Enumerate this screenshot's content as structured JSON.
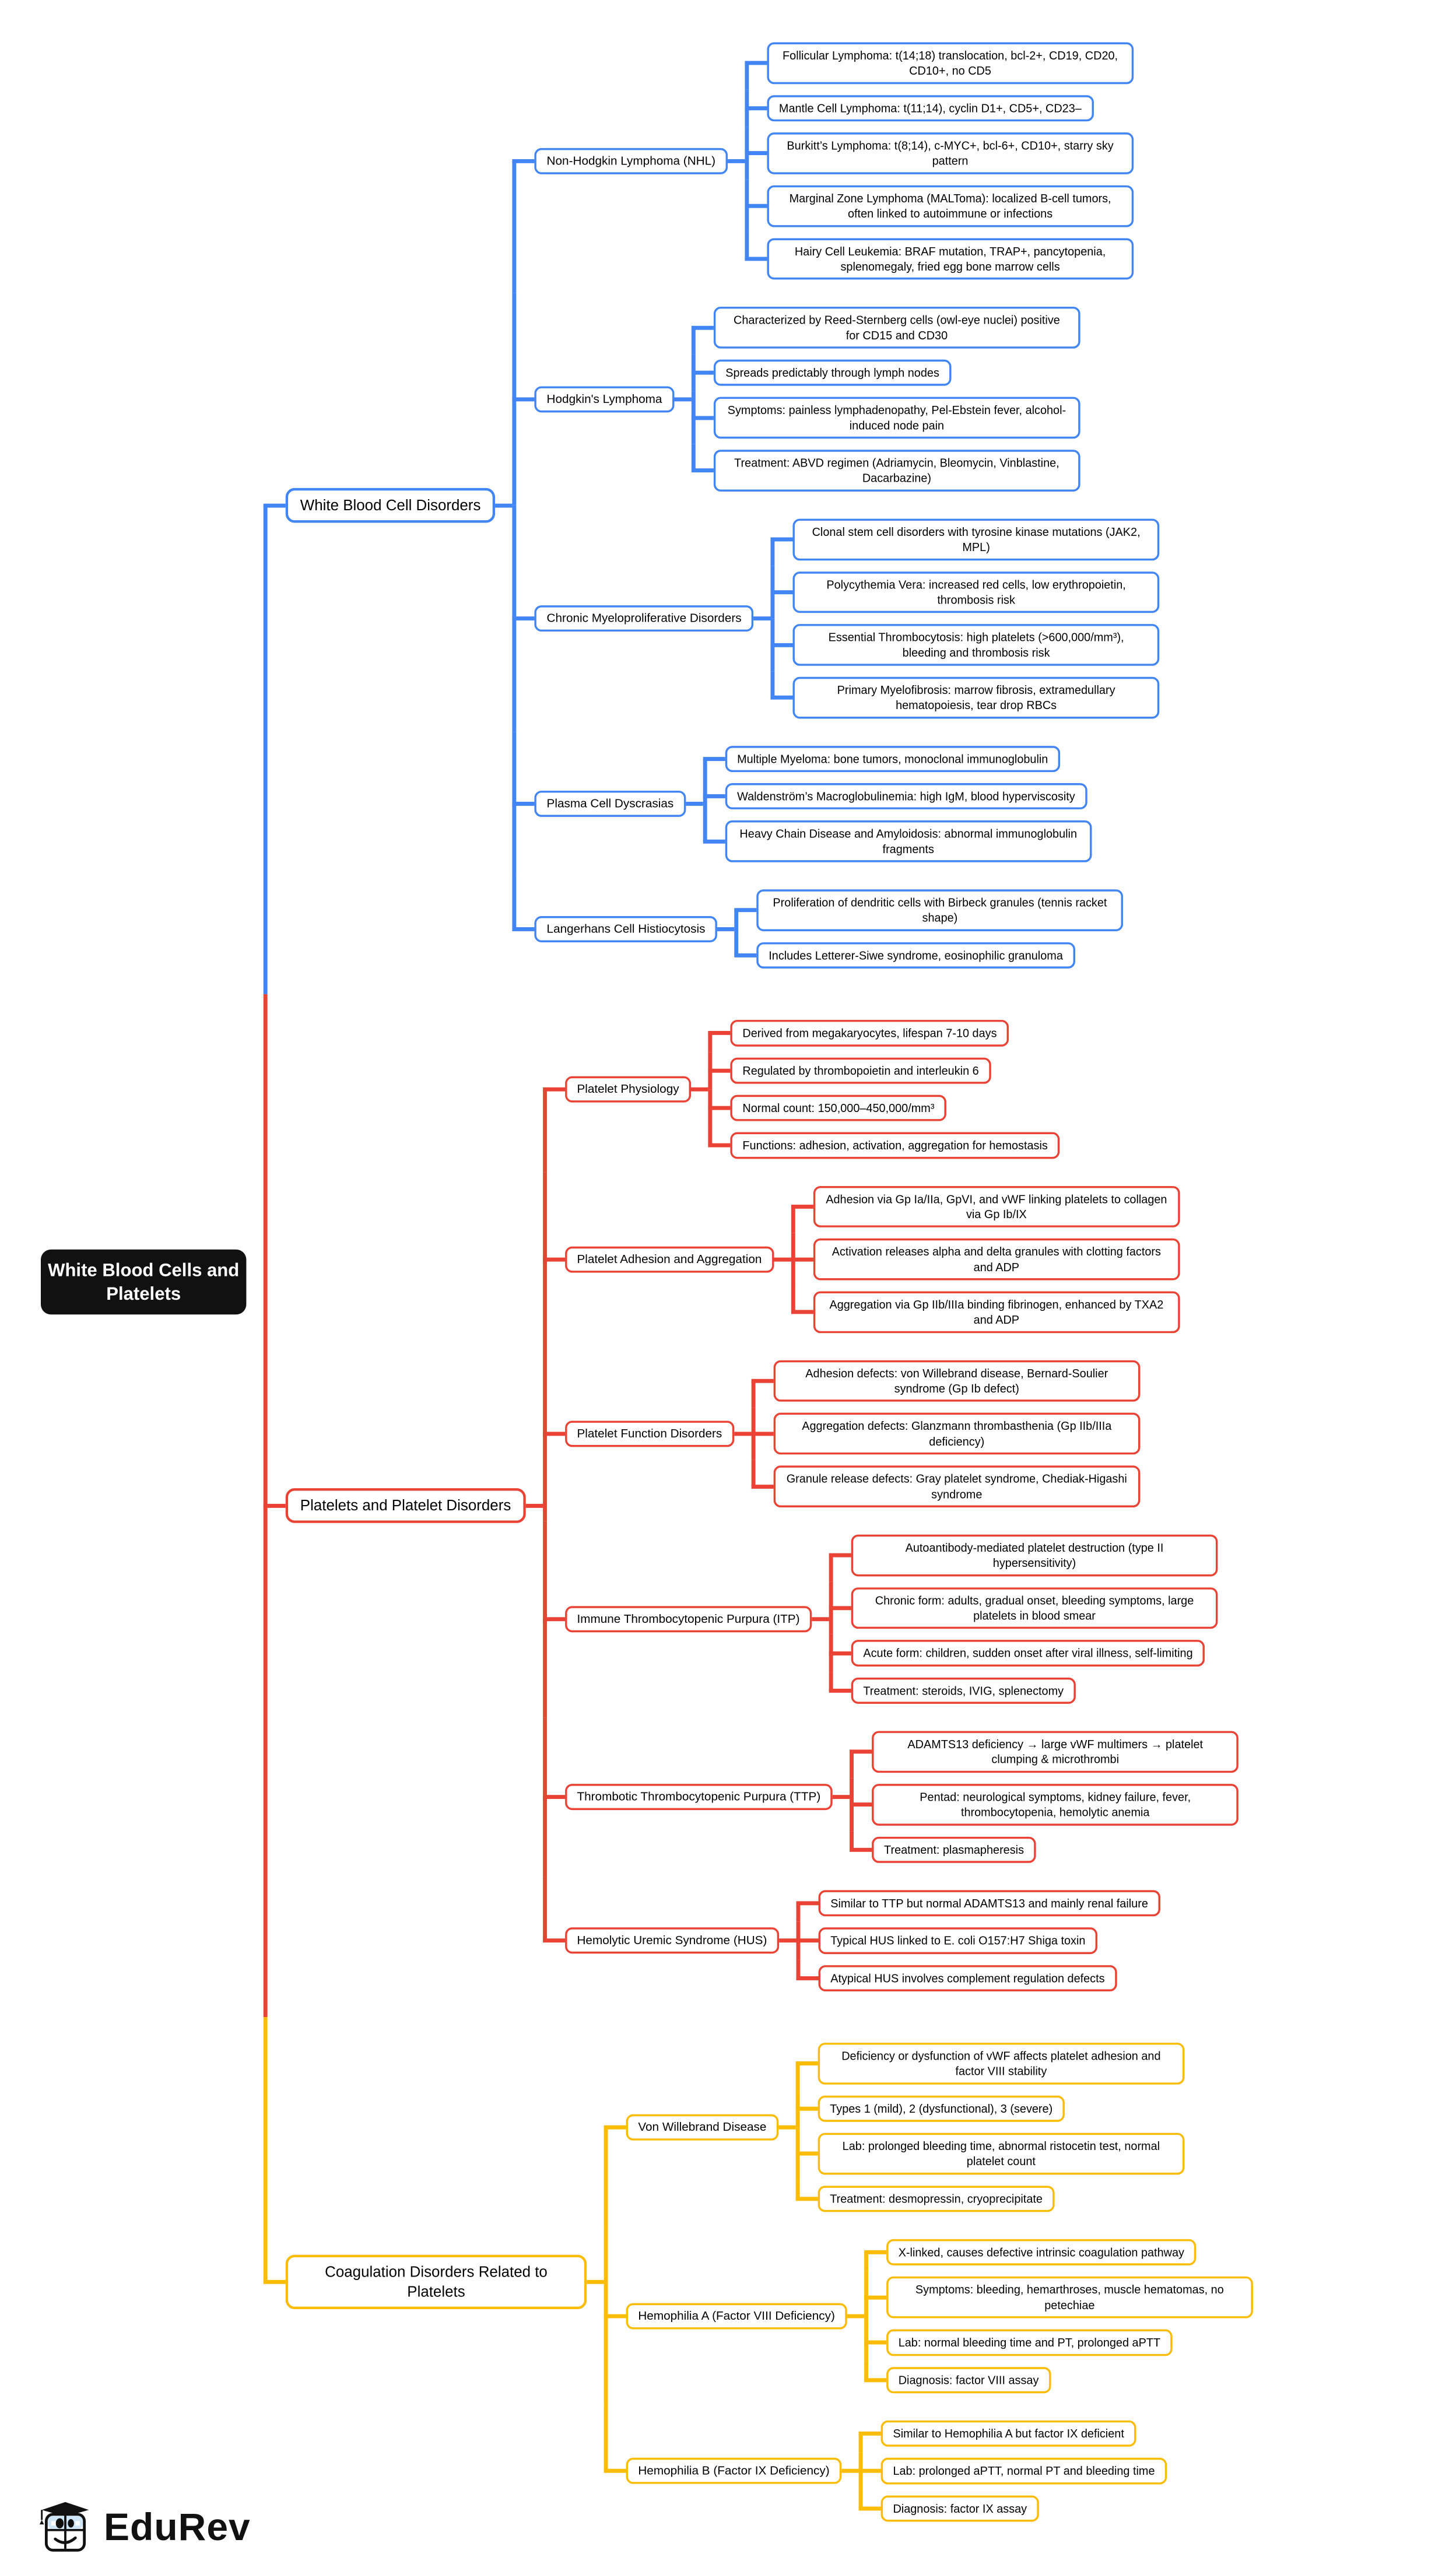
{
  "root": {
    "label": "White Blood Cells and Platelets"
  },
  "colors": {
    "blue": "#4285F4",
    "red": "#EA4335",
    "yellow": "#FBBC05",
    "root_bg": "#111111",
    "root_stub": "#EA4335"
  },
  "branches": [
    {
      "id": "wbc-disorders",
      "label": "White Blood Cell Disorders",
      "color": "#4285F4",
      "topics": [
        {
          "label": "Non-Hodgkin Lymphoma (NHL)",
          "leaves": [
            "Follicular Lymphoma: t(14;18) translocation, bcl-2+, CD19, CD20, CD10+, no CD5",
            "Mantle Cell Lymphoma: t(11;14), cyclin D1+, CD5+, CD23–",
            "Burkitt’s Lymphoma: t(8;14), c-MYC+, bcl-6+, CD10+, starry sky pattern",
            "Marginal Zone Lymphoma (MALToma): localized B-cell tumors, often linked to autoimmune or infections",
            "Hairy Cell Leukemia: BRAF mutation, TRAP+, pancytopenia, splenomegaly, fried egg bone marrow cells"
          ]
        },
        {
          "label": "Hodgkin's Lymphoma",
          "leaves": [
            "Characterized by Reed-Sternberg cells (owl-eye nuclei) positive for CD15 and CD30",
            "Spreads predictably through lymph nodes",
            "Symptoms: painless lymphadenopathy, Pel-Ebstein fever, alcohol-induced node pain",
            "Treatment: ABVD regimen (Adriamycin, Bleomycin, Vinblastine, Dacarbazine)"
          ]
        },
        {
          "label": "Chronic Myeloproliferative Disorders",
          "leaves": [
            "Clonal stem cell disorders with tyrosine kinase mutations (JAK2, MPL)",
            "Polycythemia Vera: increased red cells, low erythropoietin, thrombosis risk",
            "Essential Thrombocytosis: high platelets (>600,000/mm³), bleeding and thrombosis risk",
            "Primary Myelofibrosis: marrow fibrosis, extramedullary hematopoiesis, tear drop RBCs"
          ]
        },
        {
          "label": "Plasma Cell Dyscrasias",
          "leaves": [
            "Multiple Myeloma: bone tumors, monoclonal immunoglobulin",
            "Waldenström’s Macroglobulinemia: high IgM, blood hyperviscosity",
            "Heavy Chain Disease and Amyloidosis: abnormal immunoglobulin fragments"
          ]
        },
        {
          "label": "Langerhans Cell Histiocytosis",
          "leaves": [
            "Proliferation of dendritic cells with Birbeck granules (tennis racket shape)",
            "Includes Letterer-Siwe syndrome, eosinophilic granuloma"
          ]
        }
      ]
    },
    {
      "id": "platelet-disorders",
      "label": "Platelets and Platelet Disorders",
      "color": "#EA4335",
      "topics": [
        {
          "label": "Platelet Physiology",
          "leaves": [
            "Derived from megakaryocytes, lifespan 7-10 days",
            "Regulated by thrombopoietin and interleukin 6",
            "Normal count: 150,000–450,000/mm³",
            "Functions: adhesion, activation, aggregation for hemostasis"
          ]
        },
        {
          "label": "Platelet Adhesion and Aggregation",
          "leaves": [
            "Adhesion via Gp Ia/IIa, GpVI, and vWF linking platelets to collagen via Gp Ib/IX",
            "Activation releases alpha and delta granules with clotting factors and ADP",
            "Aggregation via Gp IIb/IIIa binding fibrinogen, enhanced by TXA2 and ADP"
          ]
        },
        {
          "label": "Platelet Function Disorders",
          "leaves": [
            "Adhesion defects: von Willebrand disease, Bernard-Soulier syndrome (Gp Ib defect)",
            "Aggregation defects: Glanzmann thrombasthenia (Gp IIb/IIIa deficiency)",
            "Granule release defects: Gray platelet syndrome, Chediak-Higashi syndrome"
          ]
        },
        {
          "label": "Immune Thrombocytopenic Purpura (ITP)",
          "leaves": [
            "Autoantibody-mediated platelet destruction (type II hypersensitivity)",
            "Chronic form: adults, gradual onset, bleeding symptoms, large platelets in blood smear",
            "Acute form: children, sudden onset after viral illness, self-limiting",
            "Treatment: steroids, IVIG, splenectomy"
          ]
        },
        {
          "label": "Thrombotic Thrombocytopenic Purpura (TTP)",
          "leaves": [
            "ADAMTS13 deficiency → large vWF multimers → platelet clumping & microthrombi",
            "Pentad: neurological symptoms, kidney failure, fever, thrombocytopenia, hemolytic anemia",
            "Treatment: plasmapheresis"
          ]
        },
        {
          "label": "Hemolytic Uremic Syndrome (HUS)",
          "leaves": [
            "Similar to TTP but normal ADAMTS13 and mainly renal failure",
            "Typical HUS linked to E. coli O157:H7 Shiga toxin",
            "Atypical HUS involves complement regulation defects"
          ]
        }
      ]
    },
    {
      "id": "coagulation-disorders",
      "label": "Coagulation Disorders Related to Platelets",
      "color": "#FBBC05",
      "topics": [
        {
          "label": "Von Willebrand Disease",
          "leaves": [
            "Deficiency or dysfunction of vWF affects platelet adhesion and factor VIII stability",
            "Types 1 (mild), 2 (dysfunctional), 3 (severe)",
            "Lab: prolonged bleeding time, abnormal ristocetin test, normal platelet count",
            "Treatment: desmopressin, cryoprecipitate"
          ]
        },
        {
          "label": "Hemophilia A (Factor VIII Deficiency)",
          "leaves": [
            "X-linked, causes defective intrinsic coagulation pathway",
            "Symptoms: bleeding, hemarthroses, muscle hematomas, no petechiae",
            "Lab: normal bleeding time and PT, prolonged aPTT",
            "Diagnosis: factor VIII assay"
          ]
        },
        {
          "label": "Hemophilia B (Factor IX Deficiency)",
          "leaves": [
            "Similar to Hemophilia A but factor IX deficient",
            "Lab: prolonged aPTT, normal PT and bleeding time",
            "Diagnosis: factor IX assay"
          ]
        }
      ]
    }
  ],
  "footer": {
    "brand": "EduRev"
  }
}
